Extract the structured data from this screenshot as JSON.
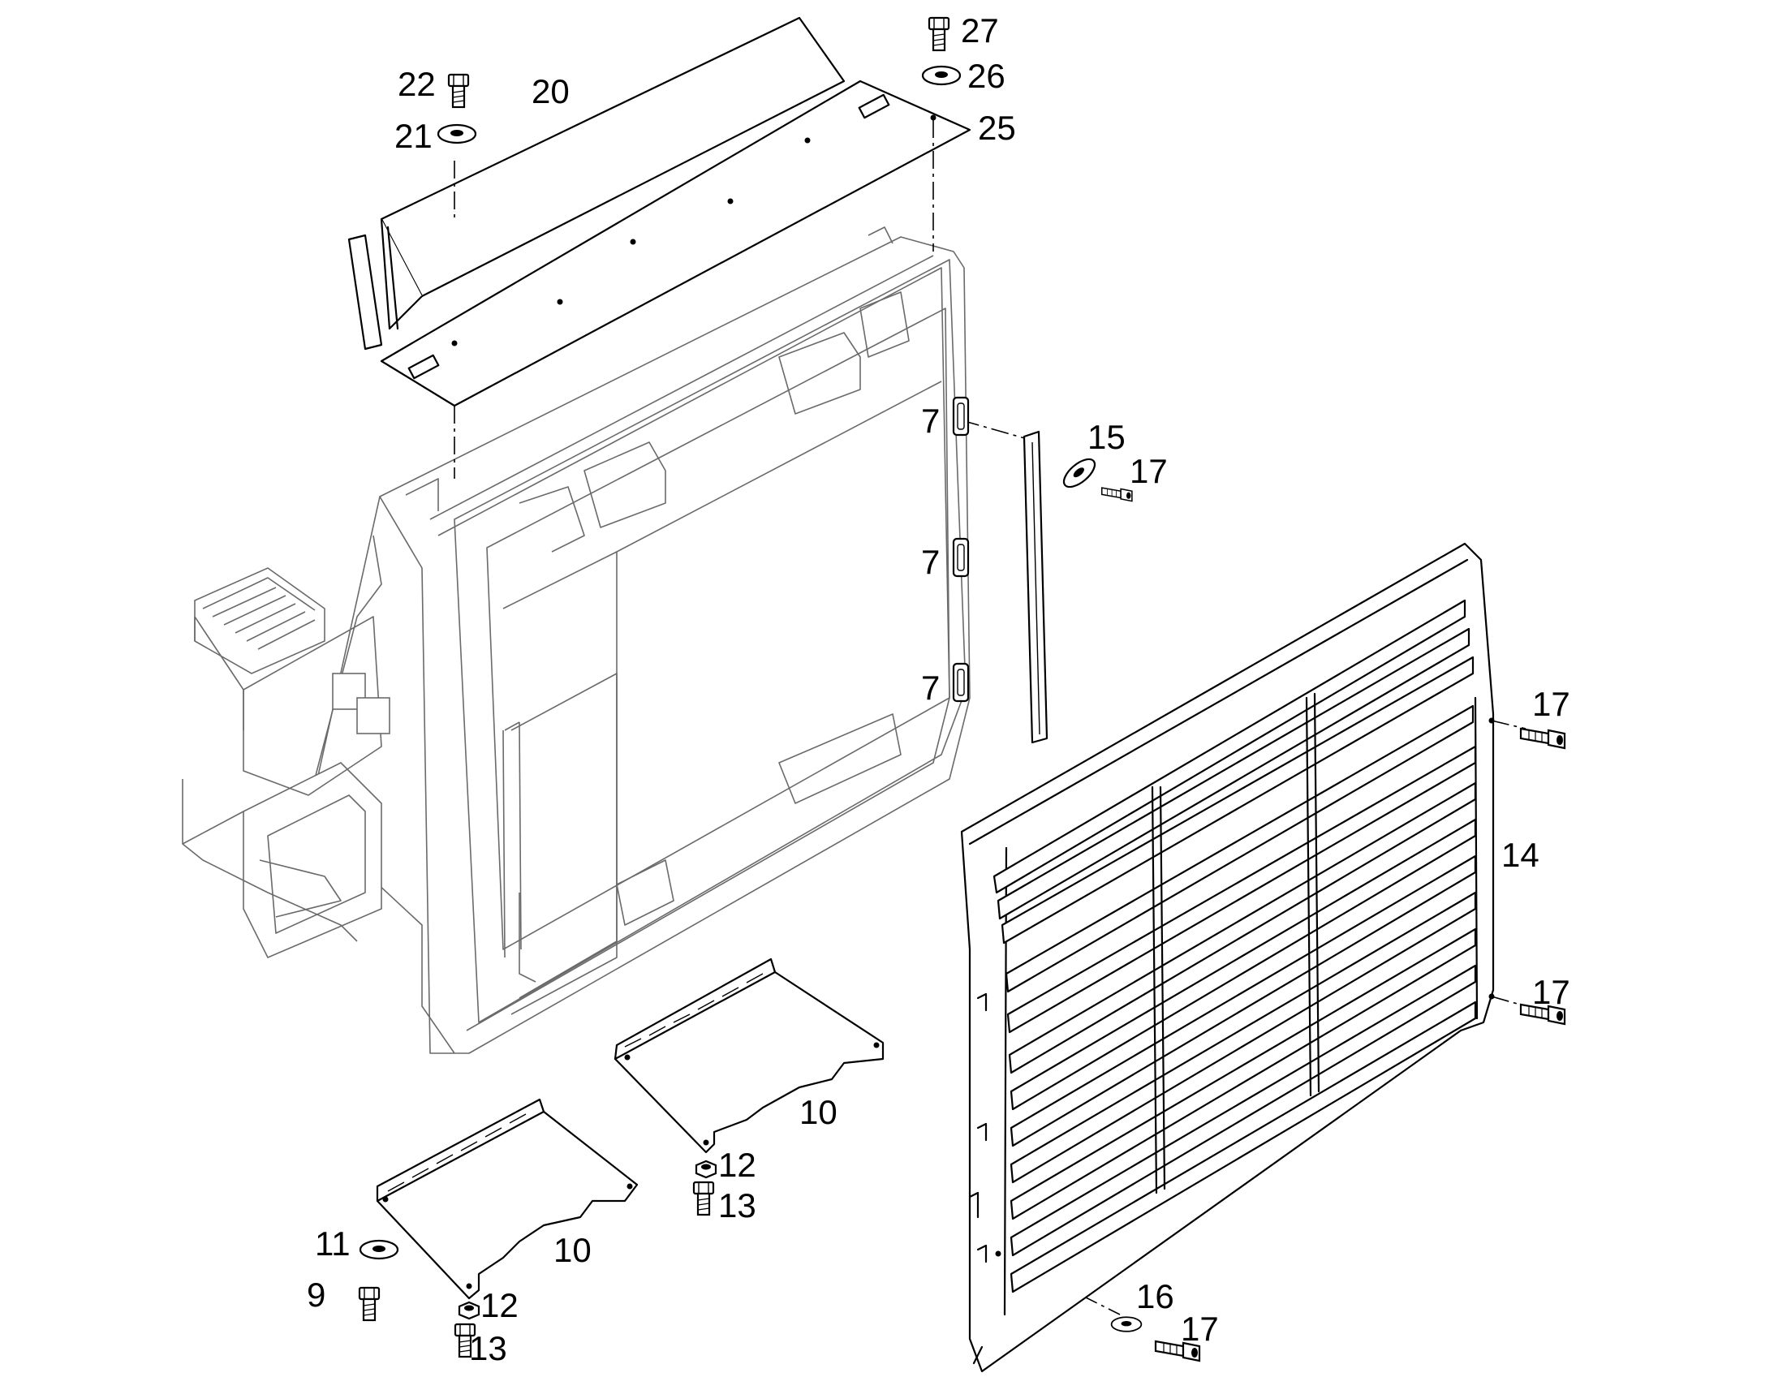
{
  "callouts": {
    "c27": "27",
    "c26": "26",
    "c25": "25",
    "c22": "22",
    "c20": "20",
    "c21": "21",
    "c7a": "7",
    "c7b": "7",
    "c7c": "7",
    "c15": "15",
    "c17a": "17",
    "c17b": "17",
    "c17c": "17",
    "c17d": "17",
    "c14": "14",
    "c10a": "10",
    "c10b": "10",
    "c12a": "12",
    "c12b": "12",
    "c13a": "13",
    "c13b": "13",
    "c11": "11",
    "c9": "9",
    "c16": "16"
  },
  "icons": [
    "bolt-icon",
    "washer-icon",
    "nut-icon"
  ],
  "colors": {
    "line": "#000000",
    "frame": "#6a6a6a",
    "background": "#ffffff"
  }
}
